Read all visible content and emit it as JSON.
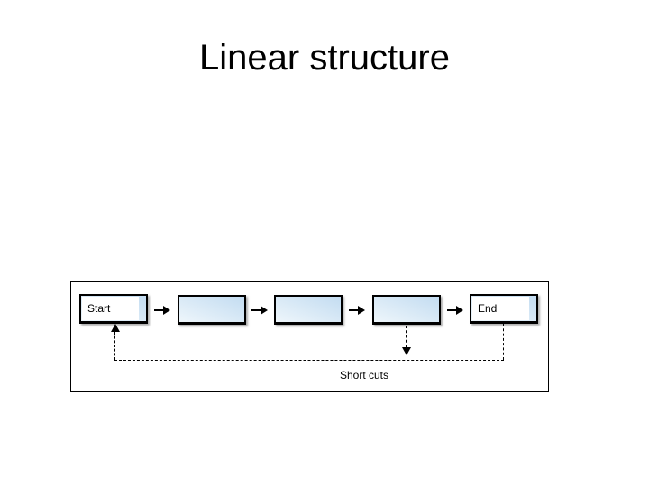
{
  "slide": {
    "title": "Linear structure"
  },
  "diagram": {
    "type": "flow",
    "nodes": [
      {
        "id": "start",
        "label": "Start"
      },
      {
        "id": "page-2",
        "label": ""
      },
      {
        "id": "page-3",
        "label": ""
      },
      {
        "id": "page-4",
        "label": ""
      },
      {
        "id": "end",
        "label": "End"
      }
    ],
    "forward_arrow_count": 4,
    "shortcut_label": "Short cuts",
    "colors": {
      "background": "#ffffff",
      "node_fill_light": "#eef6fb",
      "node_fill_dark": "#c3dcf1",
      "node_inner": "#ffffff",
      "node_border": "#000000",
      "line": "#000000",
      "text": "#000000"
    }
  }
}
